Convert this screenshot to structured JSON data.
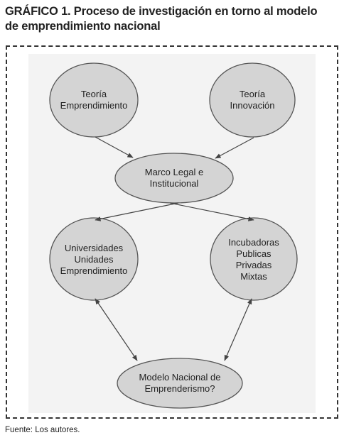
{
  "title": {
    "line1": "GRÁFICO 1. Proceso de investigación en torno al modelo",
    "line2": "de emprendimiento nacional"
  },
  "nodes": {
    "teoria_emprendimiento": {
      "line1": "Teoría",
      "line2": "Emprendimiento"
    },
    "teoria_innovacion": {
      "line1": "Teoría",
      "line2": "Innovación"
    },
    "marco_legal": {
      "line1": "Marco Legal e",
      "line2": "Institucional"
    },
    "universidades": {
      "line1": "Universidades",
      "line2": "Unidades",
      "line3": "Emprendimiento"
    },
    "incubadoras": {
      "line1": "Incubadoras",
      "line2": "Publicas",
      "line3": "Privadas",
      "line4": "Mixtas"
    },
    "modelo": {
      "line1": "Modelo Nacional de",
      "line2": "Emprenderismo?"
    }
  },
  "source": "Fuente: Los autores.",
  "colors": {
    "node_fill": "#d4d4d4",
    "node_stroke": "#555555",
    "arrow": "#444444",
    "background": "#f3f3f3"
  }
}
